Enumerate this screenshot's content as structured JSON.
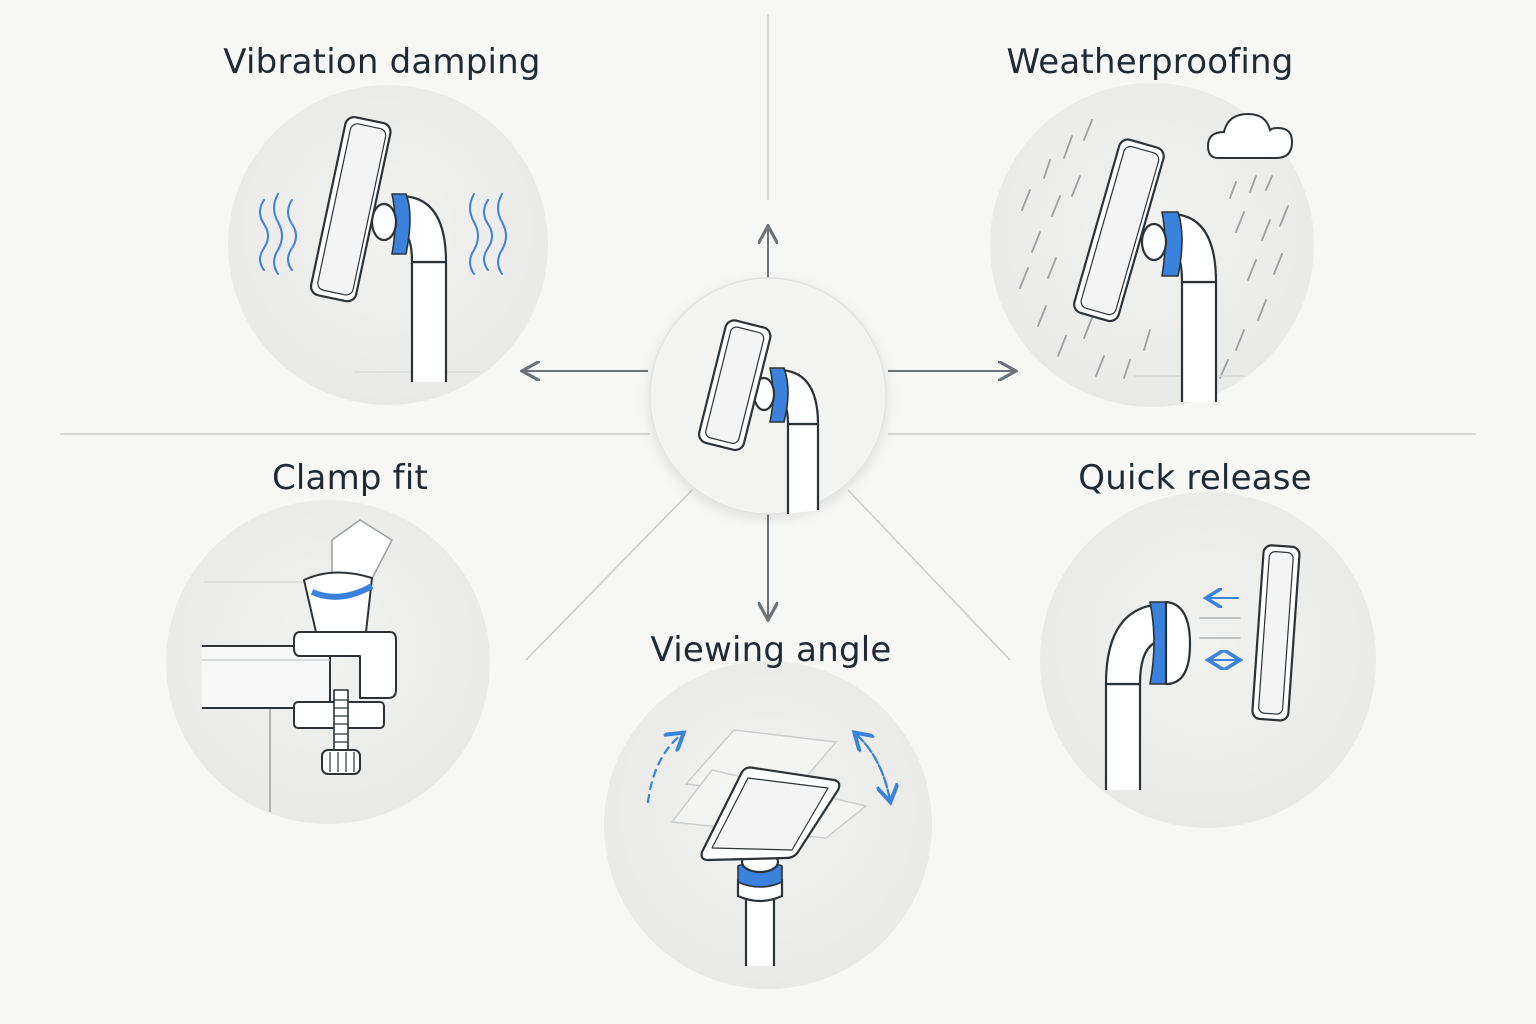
{
  "diagram": {
    "features": [
      {
        "id": "vibration",
        "label": "Vibration damping"
      },
      {
        "id": "weather",
        "label": "Weatherproofing"
      },
      {
        "id": "clamp",
        "label": "Clamp fit"
      },
      {
        "id": "release",
        "label": "Quick release"
      },
      {
        "id": "angle",
        "label": "Viewing angle"
      }
    ]
  },
  "colors": {
    "background": "#f7f7f5",
    "circle_fill": "#ececea",
    "accent_blue": "#3b82dc",
    "stroke": "#2b3338",
    "divider": "#c9cccd",
    "arrow": "#6b7378",
    "label_text": "#1f2a33"
  },
  "icons": [
    "phone-mount-icon",
    "vibration-waves-icon",
    "rain-cloud-icon",
    "clamp-icon",
    "release-arrows-icon",
    "tilt-arrows-icon"
  ]
}
